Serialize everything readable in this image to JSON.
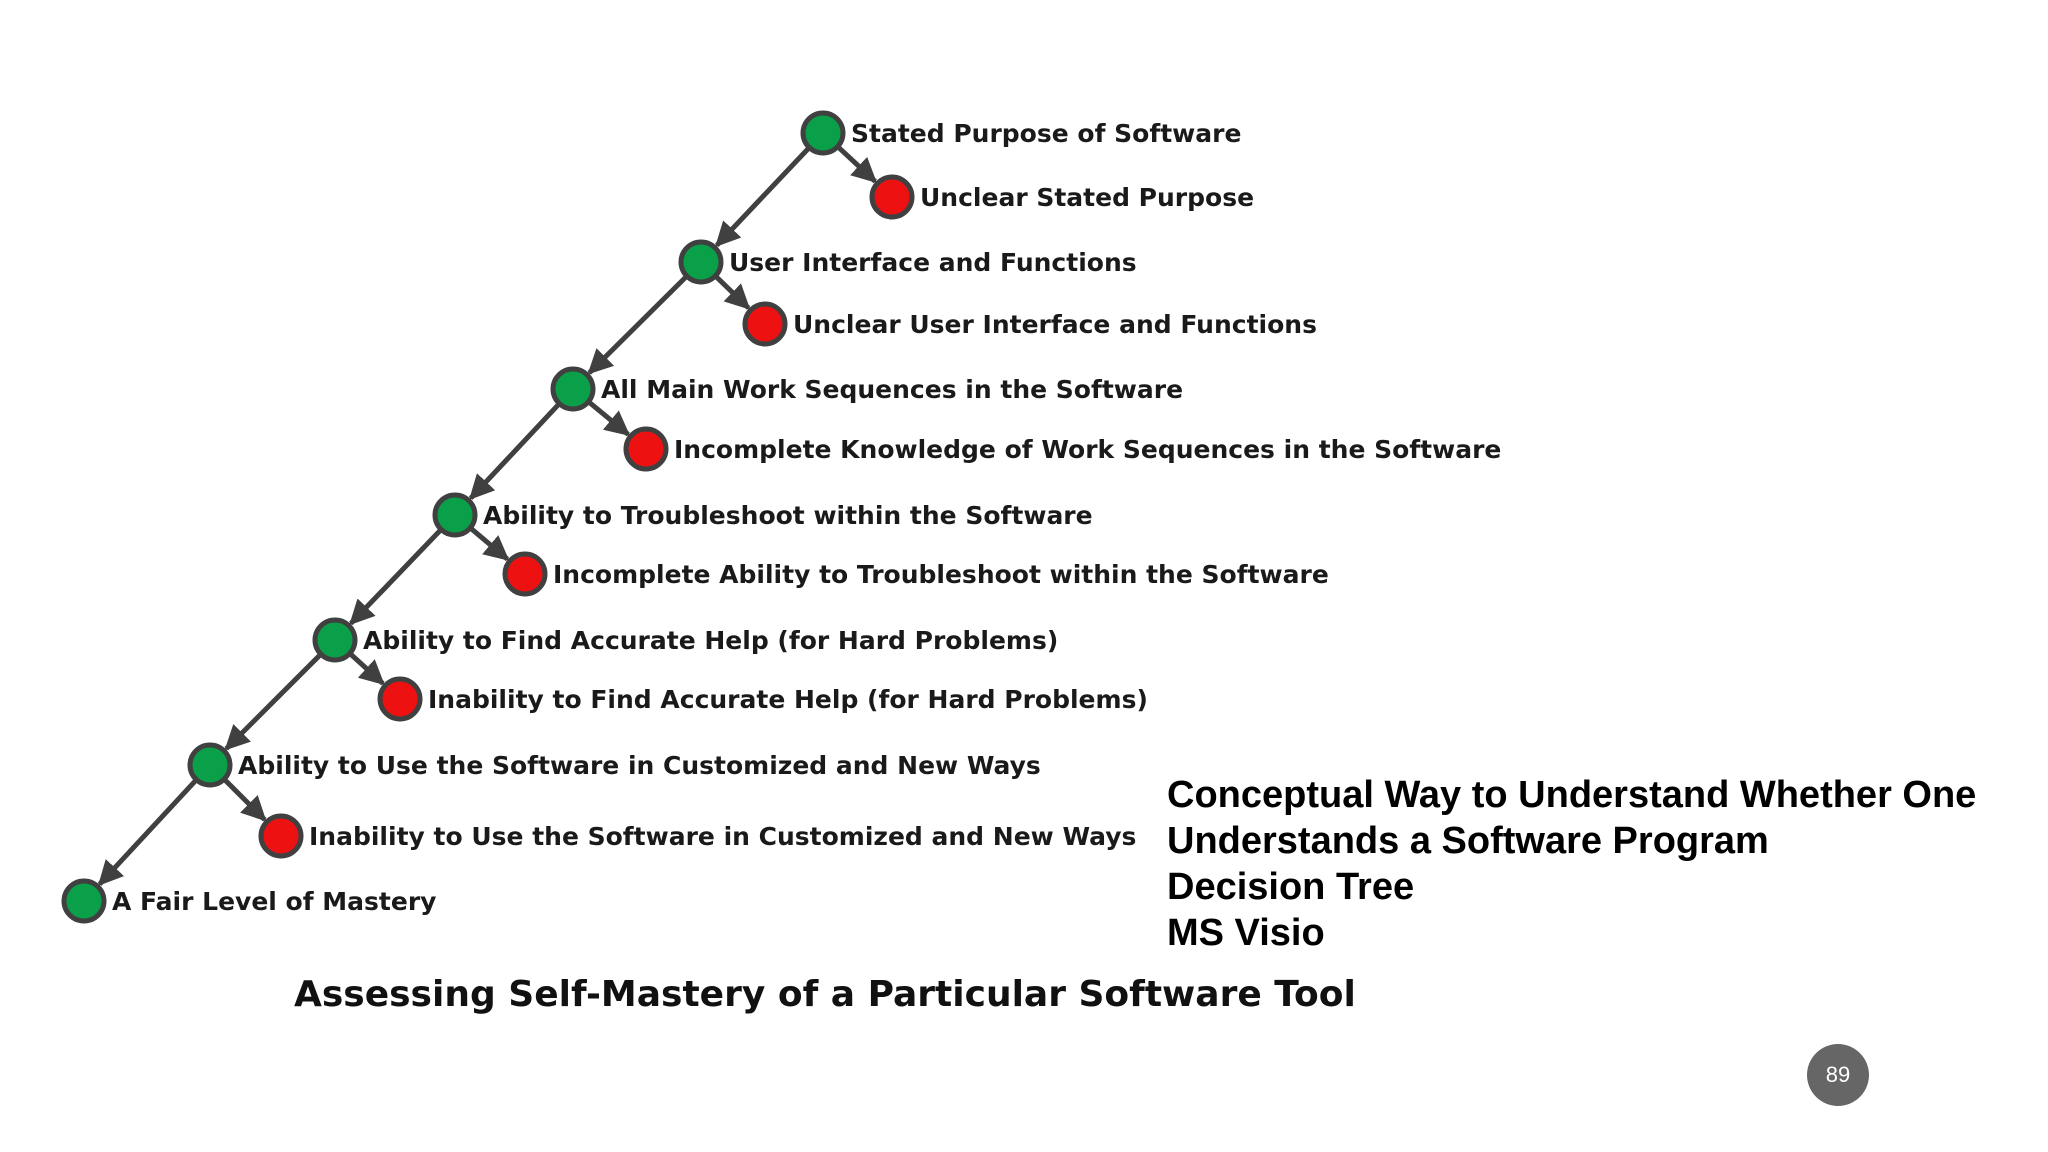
{
  "diagram": {
    "nodes": [
      {
        "id": "n1",
        "label": "Stated Purpose of Software",
        "status": "green"
      },
      {
        "id": "f1",
        "label": "Unclear Stated Purpose",
        "status": "red"
      },
      {
        "id": "n2",
        "label": "User Interface and Functions",
        "status": "green"
      },
      {
        "id": "f2",
        "label": "Unclear User Interface and Functions",
        "status": "red"
      },
      {
        "id": "n3",
        "label": "All Main Work Sequences in the Software",
        "status": "green"
      },
      {
        "id": "f3",
        "label": "Incomplete Knowledge of Work Sequences in the Software",
        "status": "red"
      },
      {
        "id": "n4",
        "label": "Ability to Troubleshoot within the Software",
        "status": "green"
      },
      {
        "id": "f4",
        "label": "Incomplete Ability to Troubleshoot within the Software",
        "status": "red"
      },
      {
        "id": "n5",
        "label": "Ability to Find Accurate Help (for Hard Problems)",
        "status": "green"
      },
      {
        "id": "f5",
        "label": "Inability to Find Accurate Help (for Hard Problems)",
        "status": "red"
      },
      {
        "id": "n6",
        "label": "Ability to Use the Software in Customized and New Ways",
        "status": "green"
      },
      {
        "id": "f6",
        "label": "Inability to Use the Software in Customized and New Ways",
        "status": "red"
      },
      {
        "id": "n7",
        "label": "A Fair Level of Mastery",
        "status": "green"
      }
    ],
    "edges": [
      [
        "n1",
        "f1"
      ],
      [
        "n1",
        "n2"
      ],
      [
        "n2",
        "f2"
      ],
      [
        "n2",
        "n3"
      ],
      [
        "n3",
        "f3"
      ],
      [
        "n3",
        "n4"
      ],
      [
        "n4",
        "f4"
      ],
      [
        "n4",
        "n5"
      ],
      [
        "n5",
        "f5"
      ],
      [
        "n5",
        "n6"
      ],
      [
        "n6",
        "f6"
      ],
      [
        "n6",
        "n7"
      ]
    ],
    "colors": {
      "green": "#0aa04a",
      "red": "#ee1111",
      "outline": "#404040",
      "edge": "#404040"
    }
  },
  "caption": "Assessing Self-Mastery of a Particular Software Tool",
  "description": {
    "lines": [
      "Conceptual Way to Understand Whether One",
      "Understands a Software Program",
      "Decision Tree",
      "MS Visio"
    ]
  },
  "page_number": "89"
}
